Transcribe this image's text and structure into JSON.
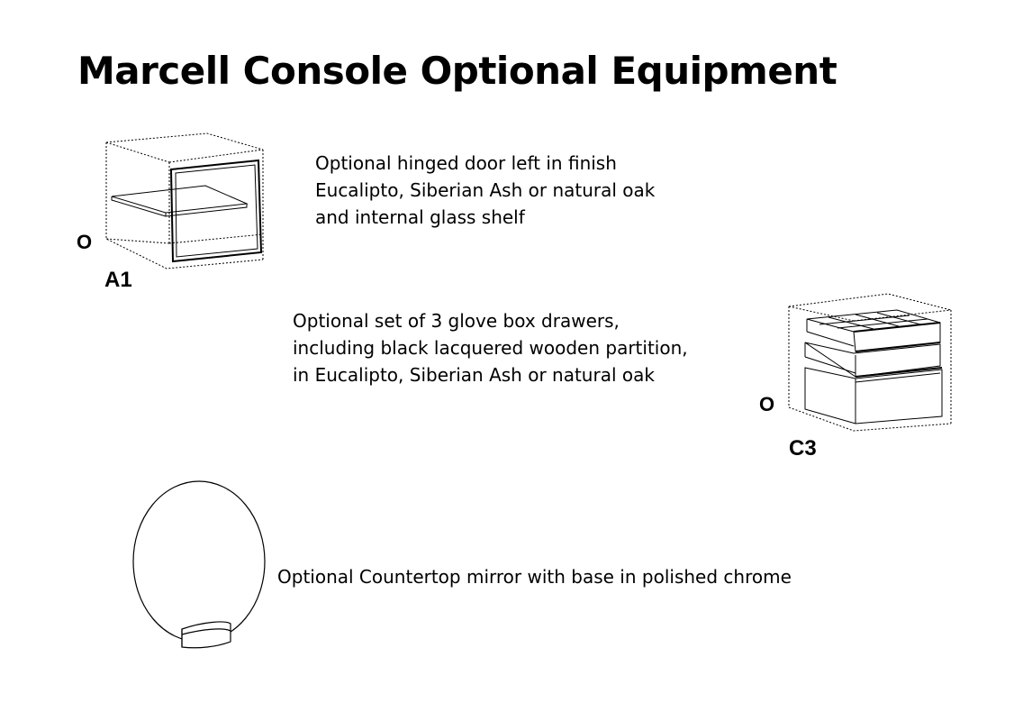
{
  "title": "Marcell Console Optional Equipment",
  "options": [
    {
      "code": "A1",
      "marker": "O",
      "description_lines": [
        "Optional hinged door left in finish",
        "Eucalipto, Siberian Ash or natural oak",
        "and internal glass shelf"
      ]
    },
    {
      "code": "C3",
      "marker": "O",
      "description_lines": [
        "Optional set of 3 glove box drawers,",
        "including black lacquered wooden partition,",
        "in Eucalipto, Siberian Ash or natural oak"
      ]
    },
    {
      "code": "",
      "marker": "",
      "description_lines": [
        "Optional Countertop mirror with base in polished chrome"
      ]
    }
  ]
}
